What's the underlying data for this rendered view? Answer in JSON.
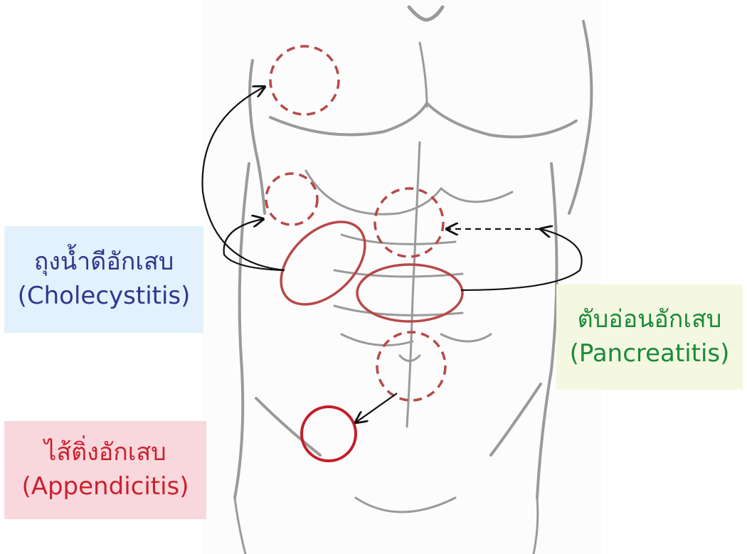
{
  "labels": {
    "cholecystitis": {
      "thai": "ถุงน้ำดีอักเสบ",
      "english": "(Cholecystitis)",
      "color": "#33348f",
      "background": "#e2f1fb"
    },
    "pancreatitis": {
      "thai": "ตับอ่อนอักเสบ",
      "english": "(Pancreatitis)",
      "color": "#1a8a3a",
      "background": "#f4f8e1"
    },
    "appendicitis": {
      "thai": "ไส้ติ่งอักเสบ",
      "english": "(Appendicitis)",
      "color": "#cc1f2e",
      "background": "#f8d8dc"
    }
  },
  "colors": {
    "pain_region_stroke": "#b84848",
    "appendix_circle": "#c41e28",
    "arrow": "#111111",
    "sketch": "#9a9a9a"
  }
}
